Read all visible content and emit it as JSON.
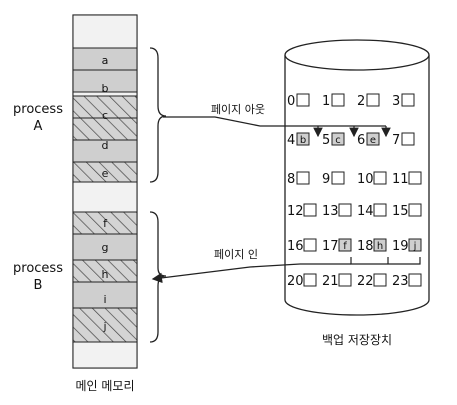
{
  "processes": [
    {
      "name_line1": "process",
      "name_line2": "A",
      "pages": [
        "a",
        "b",
        "c",
        "d",
        "e"
      ]
    },
    {
      "name_line1": "process",
      "name_line2": "B",
      "pages": [
        "f",
        "g",
        "h",
        "i",
        "j"
      ]
    }
  ],
  "memory_caption": "메인 메모리",
  "disk_caption": "백업 저장장치",
  "page_out_label": "페이지 아웃",
  "page_in_label": "페이지 인",
  "disk_slots": [
    {
      "n": "0",
      "c": ""
    },
    {
      "n": "1",
      "c": ""
    },
    {
      "n": "2",
      "c": ""
    },
    {
      "n": "3",
      "c": ""
    },
    {
      "n": "4",
      "c": "b"
    },
    {
      "n": "5",
      "c": "c"
    },
    {
      "n": "6",
      "c": "e"
    },
    {
      "n": "7",
      "c": ""
    },
    {
      "n": "8",
      "c": ""
    },
    {
      "n": "9",
      "c": ""
    },
    {
      "n": "10",
      "c": ""
    },
    {
      "n": "11",
      "c": ""
    },
    {
      "n": "12",
      "c": ""
    },
    {
      "n": "13",
      "c": ""
    },
    {
      "n": "14",
      "c": ""
    },
    {
      "n": "15",
      "c": ""
    },
    {
      "n": "16",
      "c": ""
    },
    {
      "n": "17",
      "c": "f"
    },
    {
      "n": "18",
      "c": "h"
    },
    {
      "n": "19",
      "c": "j"
    },
    {
      "n": "20",
      "c": ""
    },
    {
      "n": "21",
      "c": ""
    },
    {
      "n": "22",
      "c": ""
    },
    {
      "n": "23",
      "c": ""
    }
  ],
  "colors": {
    "page_fill": "#cfcfcf",
    "free_fill": "#f2f2f2",
    "line": "#222222",
    "hatch": "#444444"
  }
}
